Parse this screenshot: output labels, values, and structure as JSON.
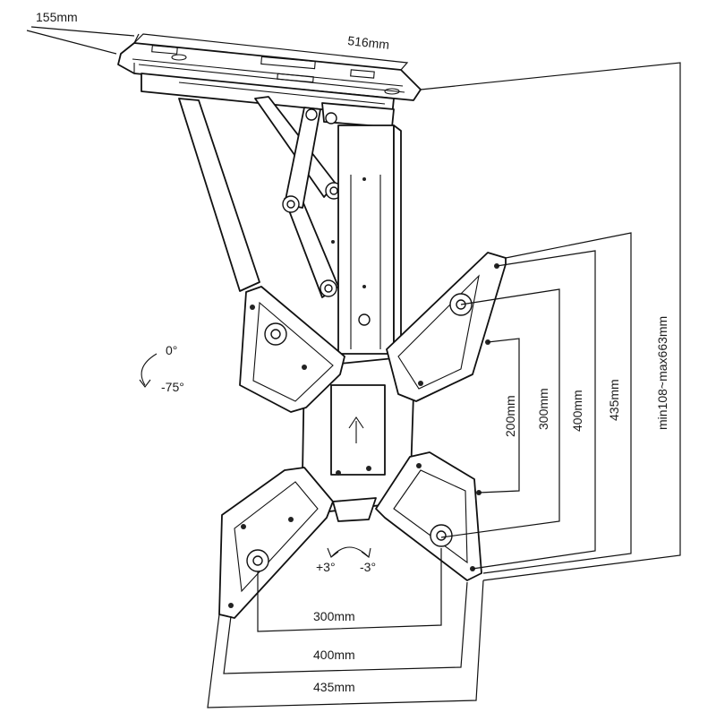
{
  "dimensions": {
    "depth": "155mm",
    "width_plate": "516mm",
    "height_range": "min108~max663mm",
    "v_435": "435mm",
    "v_400": "400mm",
    "v_300": "300mm",
    "v_200": "200mm",
    "h_300": "300mm",
    "h_400": "400mm",
    "h_435": "435mm"
  },
  "tilt": {
    "top": "0°",
    "bottom": "-75°"
  },
  "swivel": {
    "left": "+3°",
    "right": "-3°"
  }
}
